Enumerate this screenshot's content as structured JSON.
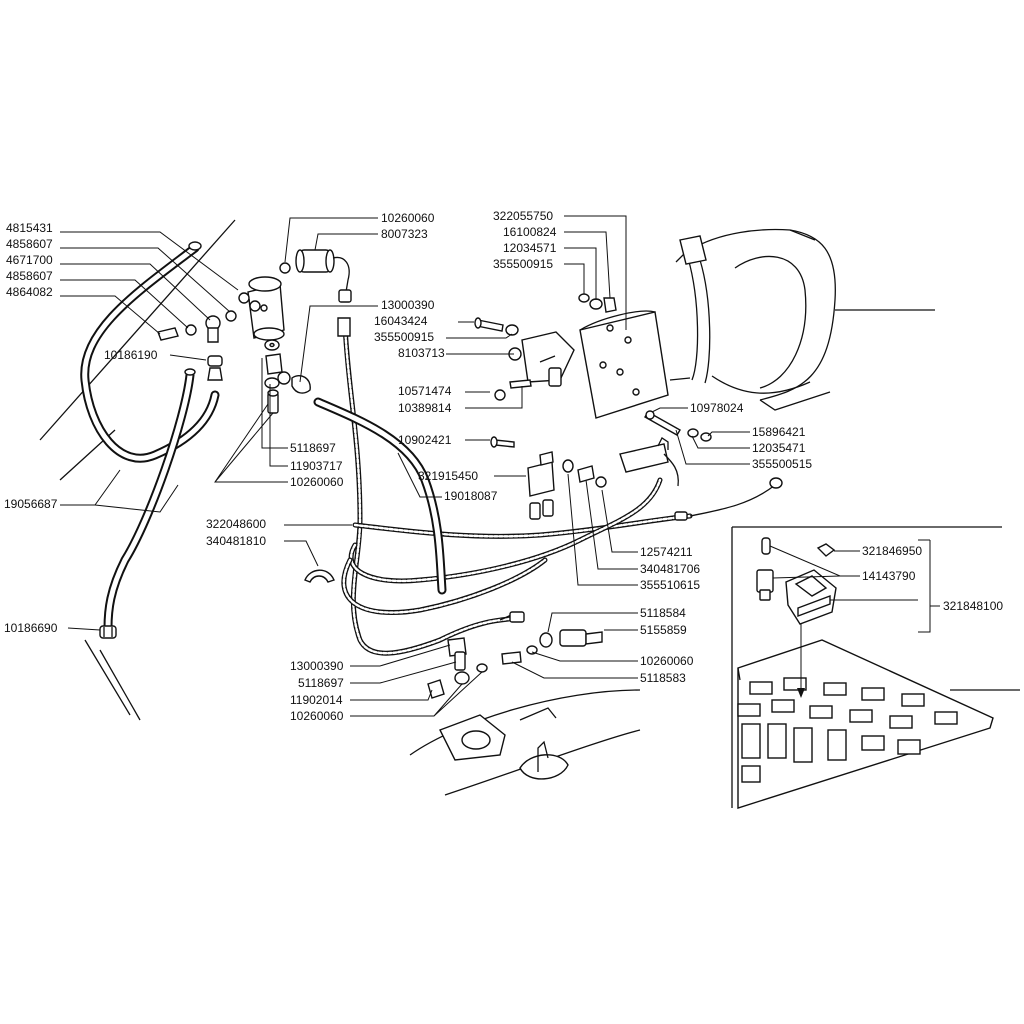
{
  "labels": [
    {
      "id": "p4815431",
      "text": "4815431"
    },
    {
      "id": "p4858607a",
      "text": "4858607"
    },
    {
      "id": "p4671700",
      "text": "4671700"
    },
    {
      "id": "p4858607b",
      "text": "4858607"
    },
    {
      "id": "p4864082",
      "text": "4864082"
    },
    {
      "id": "p10186190",
      "text": "10186190"
    },
    {
      "id": "p19056687",
      "text": "19056687"
    },
    {
      "id": "p10186690",
      "text": "10186690"
    },
    {
      "id": "p10260060a",
      "text": "10260060"
    },
    {
      "id": "p8007323",
      "text": "8007323"
    },
    {
      "id": "p13000390a",
      "text": "13000390"
    },
    {
      "id": "p5118697a",
      "text": "5118697"
    },
    {
      "id": "p11903717",
      "text": "11903717"
    },
    {
      "id": "p10260060b",
      "text": "10260060"
    },
    {
      "id": "p19018087",
      "text": "19018087"
    },
    {
      "id": "p322048600",
      "text": "322048600"
    },
    {
      "id": "p340481810",
      "text": "340481810"
    },
    {
      "id": "p13000390b",
      "text": "13000390"
    },
    {
      "id": "p5118697b",
      "text": "5118697"
    },
    {
      "id": "p11902014",
      "text": "11902014"
    },
    {
      "id": "p10260060c",
      "text": "10260060"
    },
    {
      "id": "p322055750",
      "text": "322055750"
    },
    {
      "id": "p16100824",
      "text": "16100824"
    },
    {
      "id": "p12034571",
      "text": "12034571"
    },
    {
      "id": "p355500915a",
      "text": "355500915"
    },
    {
      "id": "p16043424",
      "text": "16043424"
    },
    {
      "id": "p355500915b",
      "text": "355500915"
    },
    {
      "id": "p8103713",
      "text": "8103713"
    },
    {
      "id": "p10571474",
      "text": "10571474"
    },
    {
      "id": "p10389814",
      "text": "10389814"
    },
    {
      "id": "p10902421",
      "text": "10902421"
    },
    {
      "id": "p321915450",
      "text": "321915450"
    },
    {
      "id": "p10978024",
      "text": "10978024"
    },
    {
      "id": "p15896421",
      "text": "15896421"
    },
    {
      "id": "p12035471",
      "text": "12035471"
    },
    {
      "id": "p355500515",
      "text": "355500515"
    },
    {
      "id": "p12574211",
      "text": "12574211"
    },
    {
      "id": "p340481706",
      "text": "340481706"
    },
    {
      "id": "p355510615",
      "text": "355510615"
    },
    {
      "id": "p5118584",
      "text": "5118584"
    },
    {
      "id": "p5155859",
      "text": "5155859"
    },
    {
      "id": "p10260060d",
      "text": "10260060"
    },
    {
      "id": "p5118583",
      "text": "5118583"
    },
    {
      "id": "p321846950",
      "text": "321846950"
    },
    {
      "id": "p14143790",
      "text": "14143790"
    },
    {
      "id": "p321848100",
      "text": "321848100"
    }
  ]
}
